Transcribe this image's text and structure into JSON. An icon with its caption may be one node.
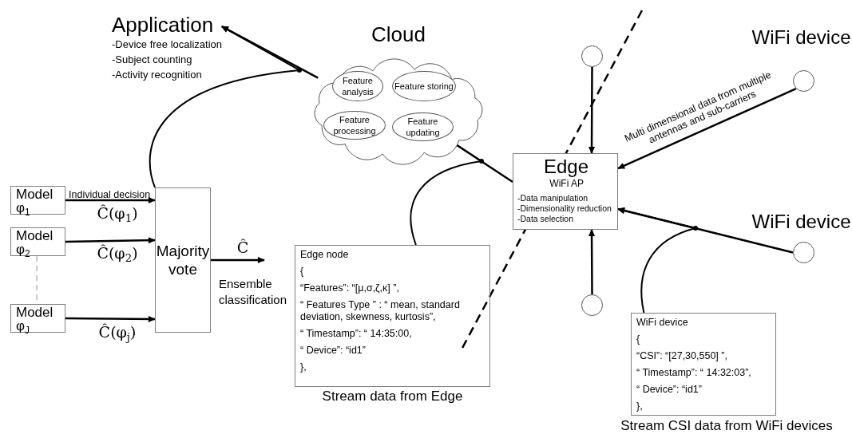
{
  "diagram": {
    "nodes": [
      {
        "text": [
          "Application",
          "-Device free localization",
          "-Subject counting",
          "-Activity recognition"
        ]
      },
      {
        "text": [
          "Cloud"
        ]
      },
      {
        "text": [
          "Feature analysis"
        ],
        "in": 1
      },
      {
        "text": [
          "Feature storing"
        ],
        "in": 1
      },
      {
        "text": [
          "Feature processing"
        ],
        "in": 1
      },
      {
        "text": [
          "Feature updating"
        ],
        "in": 1
      },
      {
        "text": [
          "Model φ$_{1}$"
        ]
      },
      {
        "text": [
          "Model φ$_{2}$"
        ]
      },
      {
        "text": [
          "Model φ$_{J}$"
        ]
      },
      {
        "text": [
          "Majority vote"
        ]
      },
      {
        "text": [
          "Edge node",
          "{",
          "“Features”: “[μ,σ,ζ,κ] ”,",
          "“ Features Type ” : “ mean, standard deviation, skewness, kurtosis”,",
          "“ Timestamp”: “ 14:35:00,",
          "“ Device”: “id1”",
          "},"
        ],
        "beside": [
          "Stream data from Edge"
        ]
      },
      {
        "text": [
          "Edge",
          "WiFi AP",
          "-Data manipulation",
          "-Dimensionality reduction",
          "-Data selection"
        ]
      },
      {
        "text": [],
        "shape": "circle"
      },
      {
        "text": [],
        "shape": "circle",
        "beside": [
          "WiFi device"
        ]
      },
      {
        "text": [],
        "shape": "circle",
        "beside": [
          "WiFi device"
        ]
      },
      {
        "text": [],
        "shape": "circle"
      },
      {
        "text": [
          "WiFi device",
          "{",
          "“CSI”: “[27,30,550] ”,",
          "“ Timestamp”: “ 14:32:03”,",
          "“ Device”: “id1”",
          "},"
        ],
        "beside": [
          "Stream CSI data from WiFi devices"
        ]
      }
    ],
    "edges": [
      {
        "from": 1,
        "to": 0,
        "arrow": "to"
      },
      {
        "from": 9,
        "to": 0,
        "arrow": "to"
      },
      {
        "from": 6,
        "to": 9,
        "arrow": "to",
        "label": "Ĉ(φ$_{1}$)"
      },
      {
        "from": 7,
        "to": 9,
        "arrow": "to",
        "label": "Ĉ(φ$_{2}$)"
      },
      {
        "from": 8,
        "to": 9,
        "arrow": "to",
        "label": "Ĉ(φ$_{j}$)"
      },
      {
        "from": 9,
        "to": null,
        "arrow": "to",
        "label": "Ĉ"
      },
      {
        "from": 7,
        "to": 8,
        "arrow": "none",
        "style": "dashed",
        "color": "#a6a6a6"
      },
      {
        "from": 11,
        "to": 5,
        "arrow": "to"
      },
      {
        "from": 10,
        "to": 5,
        "arrow": "to"
      },
      {
        "from": 12,
        "to": 11,
        "arrow": "to"
      },
      {
        "from": 13,
        "to": 11,
        "arrow": "to",
        "label": "Multi dimensional data from multiple antennas and sub-carriers"
      },
      {
        "from": 14,
        "to": 11,
        "arrow": "to"
      },
      {
        "from": 16,
        "to": 11,
        "arrow": "to"
      },
      {
        "from": 15,
        "to": 11,
        "arrow": "to"
      }
    ],
    "labels": [
      "Individual decision",
      "Ensemble classification"
    ]
  }
}
